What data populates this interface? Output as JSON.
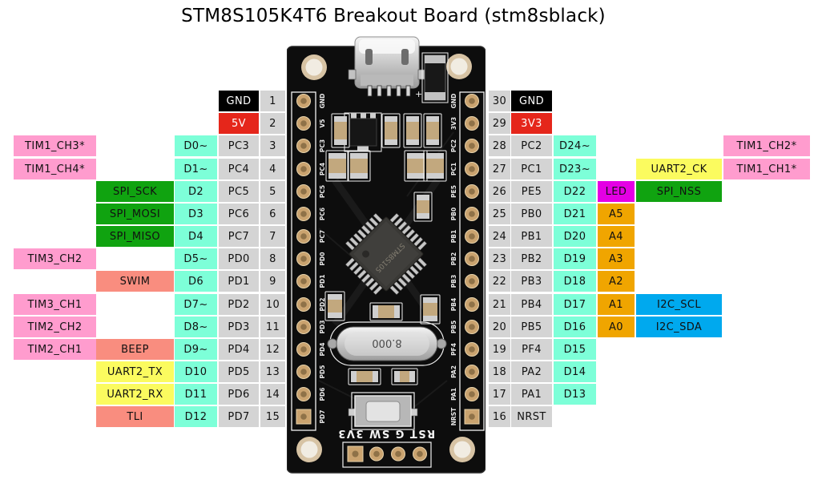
{
  "title": "STM8S105K4T6 Breakout Board (stm8sblack)",
  "colors": {
    "power_gnd": "#000000",
    "power_v": "#e5261b",
    "port": "#d4d4d4",
    "pin": "#d4d4d4",
    "digital": "#7dffd8",
    "timer": "#ff9cce",
    "spi": "#10a310",
    "uart": "#fbfb5f",
    "i2c": "#00a9ee",
    "analog": "#f0a500",
    "led": "#e400e4",
    "misc": "#f98d7f"
  },
  "pinout": {
    "left_rows": [
      {
        "pin": "1",
        "cells": [
          {
            "col": "D",
            "text": "GND",
            "color": "power_gnd",
            "fg": "#ffffff"
          }
        ]
      },
      {
        "pin": "2",
        "cells": [
          {
            "col": "D",
            "text": "5V",
            "color": "power_v",
            "fg": "#ffffff"
          }
        ]
      },
      {
        "pin": "3",
        "cells": [
          {
            "col": "D",
            "text": "PC3",
            "color": "port"
          },
          {
            "col": "C",
            "text": "D0~",
            "color": "digital"
          },
          {
            "col": "A",
            "text": "TIM1_CH3*",
            "color": "timer"
          }
        ]
      },
      {
        "pin": "4",
        "cells": [
          {
            "col": "D",
            "text": "PC4",
            "color": "port"
          },
          {
            "col": "C",
            "text": "D1~",
            "color": "digital"
          },
          {
            "col": "A",
            "text": "TIM1_CH4*",
            "color": "timer"
          }
        ]
      },
      {
        "pin": "5",
        "cells": [
          {
            "col": "D",
            "text": "PC5",
            "color": "port"
          },
          {
            "col": "C",
            "text": "D2",
            "color": "digital"
          },
          {
            "col": "B",
            "text": "SPI_SCK",
            "color": "spi"
          }
        ]
      },
      {
        "pin": "6",
        "cells": [
          {
            "col": "D",
            "text": "PC6",
            "color": "port"
          },
          {
            "col": "C",
            "text": "D3",
            "color": "digital"
          },
          {
            "col": "B",
            "text": "SPI_MOSI",
            "color": "spi"
          }
        ]
      },
      {
        "pin": "7",
        "cells": [
          {
            "col": "D",
            "text": "PC7",
            "color": "port"
          },
          {
            "col": "C",
            "text": "D4",
            "color": "digital"
          },
          {
            "col": "B",
            "text": "SPI_MISO",
            "color": "spi"
          }
        ]
      },
      {
        "pin": "8",
        "cells": [
          {
            "col": "D",
            "text": "PD0",
            "color": "port"
          },
          {
            "col": "C",
            "text": "D5~",
            "color": "digital"
          },
          {
            "col": "A",
            "text": "TIM3_CH2",
            "color": "timer"
          }
        ]
      },
      {
        "pin": "9",
        "cells": [
          {
            "col": "D",
            "text": "PD1",
            "color": "port"
          },
          {
            "col": "C",
            "text": "D6",
            "color": "digital"
          },
          {
            "col": "B",
            "text": "SWIM",
            "color": "misc"
          }
        ]
      },
      {
        "pin": "10",
        "cells": [
          {
            "col": "D",
            "text": "PD2",
            "color": "port"
          },
          {
            "col": "C",
            "text": "D7~",
            "color": "digital"
          },
          {
            "col": "A",
            "text": "TIM3_CH1",
            "color": "timer"
          }
        ]
      },
      {
        "pin": "11",
        "cells": [
          {
            "col": "D",
            "text": "PD3",
            "color": "port"
          },
          {
            "col": "C",
            "text": "D8~",
            "color": "digital"
          },
          {
            "col": "A",
            "text": "TIM2_CH2",
            "color": "timer"
          }
        ]
      },
      {
        "pin": "12",
        "cells": [
          {
            "col": "D",
            "text": "PD4",
            "color": "port"
          },
          {
            "col": "C",
            "text": "D9~",
            "color": "digital"
          },
          {
            "col": "A",
            "text": "TIM2_CH1",
            "color": "timer"
          },
          {
            "col": "B",
            "text": "BEEP",
            "color": "misc"
          }
        ]
      },
      {
        "pin": "13",
        "cells": [
          {
            "col": "D",
            "text": "PD5",
            "color": "port"
          },
          {
            "col": "C",
            "text": "D10",
            "color": "digital"
          },
          {
            "col": "B",
            "text": "UART2_TX",
            "color": "uart"
          }
        ]
      },
      {
        "pin": "14",
        "cells": [
          {
            "col": "D",
            "text": "PD6",
            "color": "port"
          },
          {
            "col": "C",
            "text": "D11",
            "color": "digital"
          },
          {
            "col": "B",
            "text": "UART2_RX",
            "color": "uart"
          }
        ]
      },
      {
        "pin": "15",
        "cells": [
          {
            "col": "D",
            "text": "PD7",
            "color": "port"
          },
          {
            "col": "C",
            "text": "D12",
            "color": "digital"
          },
          {
            "col": "B",
            "text": "TLI",
            "color": "misc"
          }
        ]
      }
    ],
    "right_rows": [
      {
        "pin": "30",
        "cells": [
          {
            "col": "P",
            "text": "GND",
            "color": "power_gnd",
            "fg": "#ffffff"
          }
        ]
      },
      {
        "pin": "29",
        "cells": [
          {
            "col": "P",
            "text": "3V3",
            "color": "power_v",
            "fg": "#ffffff"
          }
        ]
      },
      {
        "pin": "28",
        "cells": [
          {
            "col": "P",
            "text": "PC2",
            "color": "port"
          },
          {
            "col": "C",
            "text": "D24~",
            "color": "digital"
          },
          {
            "col": "G",
            "text": "TIM1_CH2*",
            "color": "timer"
          }
        ]
      },
      {
        "pin": "27",
        "cells": [
          {
            "col": "P",
            "text": "PC1",
            "color": "port"
          },
          {
            "col": "C",
            "text": "D23~",
            "color": "digital"
          },
          {
            "col": "F",
            "text": "UART2_CK",
            "color": "uart"
          },
          {
            "col": "G",
            "text": "TIM1_CH1*",
            "color": "timer"
          }
        ]
      },
      {
        "pin": "26",
        "cells": [
          {
            "col": "P",
            "text": "PE5",
            "color": "port"
          },
          {
            "col": "C",
            "text": "D22",
            "color": "digital"
          },
          {
            "col": "B",
            "text": "LED",
            "color": "led"
          },
          {
            "col": "F",
            "text": "SPI_NSS",
            "color": "spi"
          }
        ]
      },
      {
        "pin": "25",
        "cells": [
          {
            "col": "P",
            "text": "PB0",
            "color": "port"
          },
          {
            "col": "C",
            "text": "D21",
            "color": "digital"
          },
          {
            "col": "B",
            "text": "A5",
            "color": "analog"
          }
        ]
      },
      {
        "pin": "24",
        "cells": [
          {
            "col": "P",
            "text": "PB1",
            "color": "port"
          },
          {
            "col": "C",
            "text": "D20",
            "color": "digital"
          },
          {
            "col": "B",
            "text": "A4",
            "color": "analog"
          }
        ]
      },
      {
        "pin": "23",
        "cells": [
          {
            "col": "P",
            "text": "PB2",
            "color": "port"
          },
          {
            "col": "C",
            "text": "D19",
            "color": "digital"
          },
          {
            "col": "B",
            "text": "A3",
            "color": "analog"
          }
        ]
      },
      {
        "pin": "22",
        "cells": [
          {
            "col": "P",
            "text": "PB3",
            "color": "port"
          },
          {
            "col": "C",
            "text": "D18",
            "color": "digital"
          },
          {
            "col": "B",
            "text": "A2",
            "color": "analog"
          }
        ]
      },
      {
        "pin": "21",
        "cells": [
          {
            "col": "P",
            "text": "PB4",
            "color": "port"
          },
          {
            "col": "C",
            "text": "D17",
            "color": "digital"
          },
          {
            "col": "B",
            "text": "A1",
            "color": "analog"
          },
          {
            "col": "F",
            "text": "I2C_SCL",
            "color": "i2c"
          }
        ]
      },
      {
        "pin": "20",
        "cells": [
          {
            "col": "P",
            "text": "PB5",
            "color": "port"
          },
          {
            "col": "C",
            "text": "D16",
            "color": "digital"
          },
          {
            "col": "B",
            "text": "A0",
            "color": "analog"
          },
          {
            "col": "F",
            "text": "I2C_SDA",
            "color": "i2c"
          }
        ]
      },
      {
        "pin": "19",
        "cells": [
          {
            "col": "P",
            "text": "PF4",
            "color": "port"
          },
          {
            "col": "C",
            "text": "D15",
            "color": "digital"
          }
        ]
      },
      {
        "pin": "18",
        "cells": [
          {
            "col": "P",
            "text": "PA2",
            "color": "port"
          },
          {
            "col": "C",
            "text": "D14",
            "color": "digital"
          }
        ]
      },
      {
        "pin": "17",
        "cells": [
          {
            "col": "P",
            "text": "PA1",
            "color": "port"
          },
          {
            "col": "C",
            "text": "D13",
            "color": "digital"
          }
        ]
      },
      {
        "pin": "16",
        "cells": [
          {
            "col": "P",
            "text": "NRST",
            "color": "port"
          }
        ]
      }
    ]
  },
  "board": {
    "left_pad_labels": [
      "GND",
      "V5",
      "PC3",
      "PC4",
      "PC5",
      "PC6",
      "PC7",
      "PD0",
      "PD1",
      "PD2",
      "PD3",
      "PD4",
      "PD5",
      "PD6",
      "PD7"
    ],
    "right_pad_labels": [
      "GND",
      "3V3",
      "PC2",
      "PC1",
      "PE5",
      "PB0",
      "PB1",
      "PB2",
      "PB3",
      "PB4",
      "PB5",
      "PF4",
      "PA2",
      "PA1",
      "NRST"
    ],
    "crystal_label": "8.000",
    "bottom_silkscreen": "RST G SW 3V3",
    "chip_marking": "STM8S105",
    "usb_plus_mark": "+"
  }
}
